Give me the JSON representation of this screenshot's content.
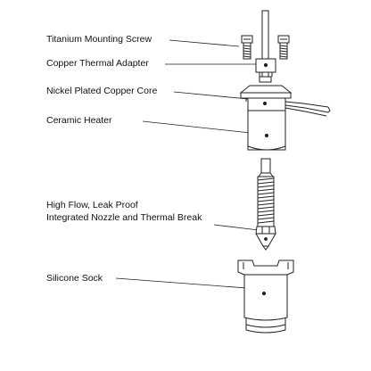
{
  "labels": {
    "titanium_screw": "Titanium Mounting Screw",
    "copper_adapter": "Copper Thermal Adapter",
    "nickel_core": "Nickel Plated Copper Core",
    "ceramic_heater": "Ceramic Heater",
    "nozzle_line1": "High Flow, Leak Proof",
    "nozzle_line2": "Integrated Nozzle and Thermal Break",
    "silicone_sock": "Silicone Sock"
  },
  "colors": {
    "stroke": "#222222",
    "fill": "#ffffff",
    "text": "#111111"
  }
}
